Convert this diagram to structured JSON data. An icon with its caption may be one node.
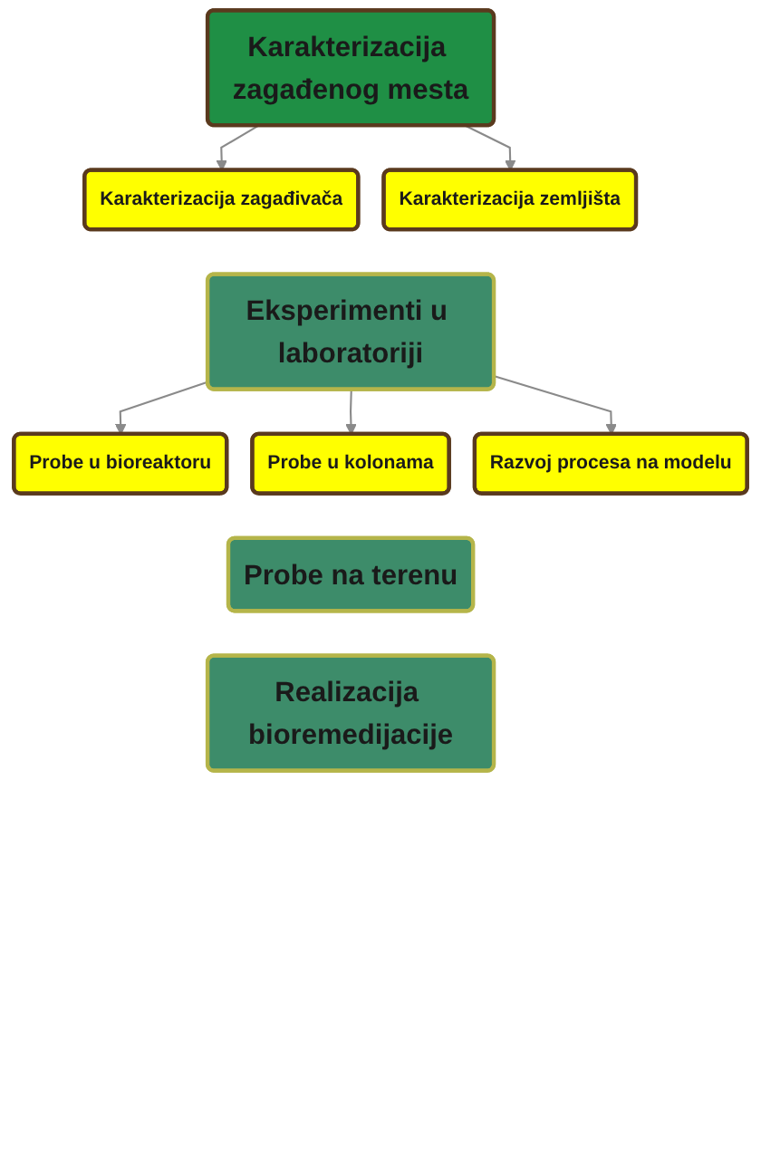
{
  "diagram": {
    "nodes": [
      {
        "text": [
          "Karakterizacija zagađenog mesta"
        ]
      },
      {
        "text": [
          "Karakterizacija zemljišta"
        ]
      },
      {
        "text": [
          "Karakterizacija zagađivača"
        ]
      },
      {
        "text": [
          "Eksperimenti u laboratoriji"
        ]
      },
      {
        "text": [
          "Probe u bioreaktoru"
        ]
      },
      {
        "text": [
          "Probe u kolonama"
        ]
      },
      {
        "text": [
          "Razvoj procesa na modelu"
        ]
      },
      {
        "text": [
          "Probe na terenu"
        ]
      },
      {
        "text": [
          "Realizacija bioremedijacije"
        ]
      }
    ],
    "edges": [
      {
        "from": 0,
        "to": 1,
        "arrow": "to"
      },
      {
        "from": 0,
        "to": 2,
        "arrow": "to"
      },
      {
        "from": 3,
        "to": 4,
        "arrow": "to"
      },
      {
        "from": 3,
        "to": 5,
        "arrow": "to"
      },
      {
        "from": 3,
        "to": 6,
        "arrow": "to"
      }
    ]
  }
}
